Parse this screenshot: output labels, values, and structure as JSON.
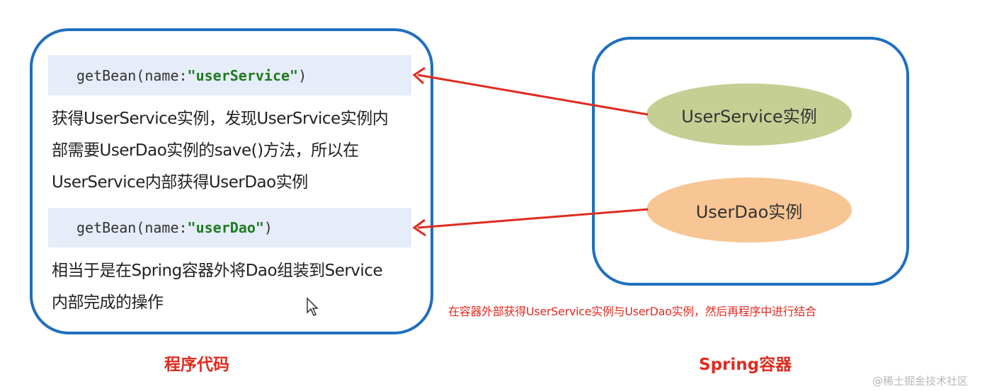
{
  "code_panel": {
    "line1": {
      "prefix": "getBean(name:",
      "arg": "\"userService\"",
      "suffix": ")"
    },
    "description1": [
      "获得UserService实例，发现UserSrvice实例内",
      "部需要UserDao实例的save()方法，所以在",
      "UserService内部获得UserDao实例"
    ],
    "line2": {
      "prefix": "getBean(name:",
      "arg": "\"userDao\"",
      "suffix": ")"
    },
    "description2": [
      "相当于是在Spring容器外将Dao组装到Service",
      "内部完成的操作"
    ],
    "caption": "程序代码"
  },
  "spring_panel": {
    "service_instance": "UserService实例",
    "dao_instance": "UserDao实例",
    "caption": "Spring容器"
  },
  "note": "在容器外部获得UserService实例与UserDao实例，然后再程序中进行结合",
  "watermark": "@稀土掘金技术社区",
  "colors": {
    "border": "#1f6fbf",
    "arrow": "#e02b20",
    "code_bg": "#e6edf8",
    "service_fill": "#c5cf94",
    "dao_fill": "#f8c594"
  }
}
